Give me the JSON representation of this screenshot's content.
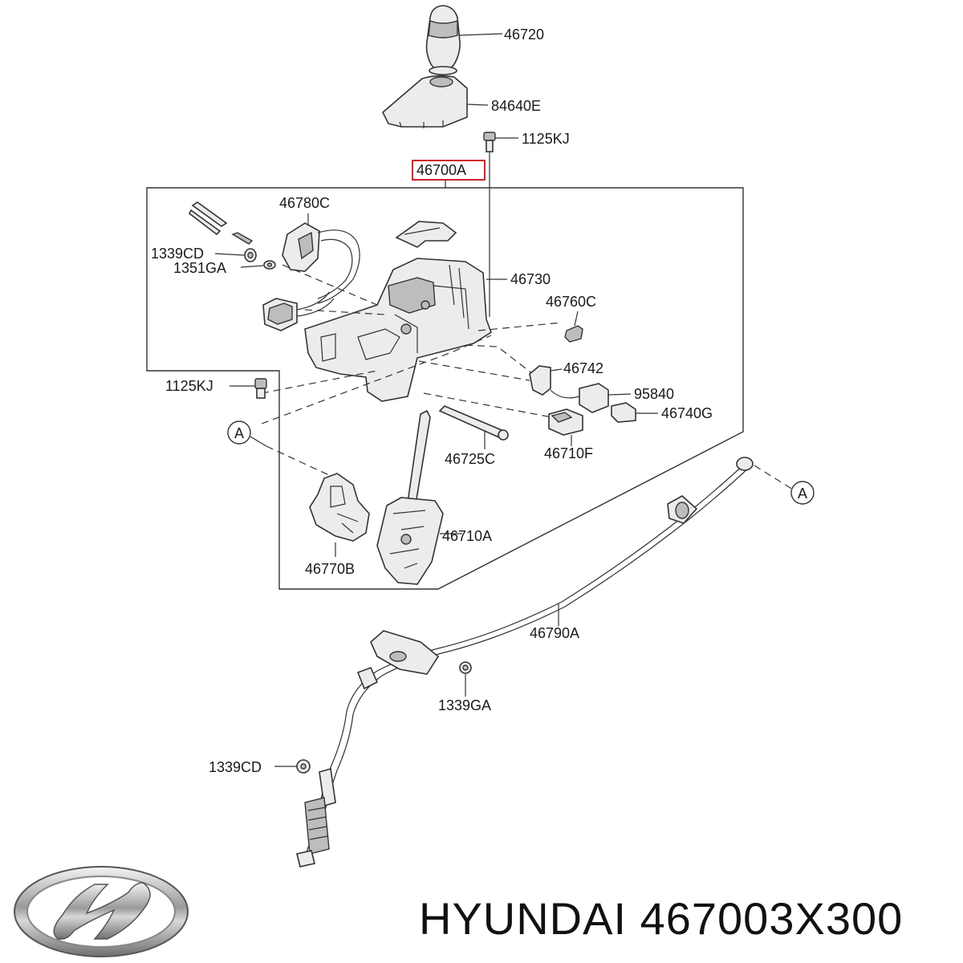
{
  "diagram": {
    "callouts": {
      "c46720": "46720",
      "c84640E": "84640E",
      "c1125KJ_top": "1125KJ",
      "c46700A": "46700A",
      "c46780C": "46780C",
      "c1339CD_top": "1339CD",
      "c1351GA": "1351GA",
      "c46730": "46730",
      "c46760C": "46760C",
      "c46742": "46742",
      "c95840": "95840",
      "c46740G": "46740G",
      "c1125KJ_mid": "1125KJ",
      "c46725C": "46725C",
      "c46710F": "46710F",
      "c46710A": "46710A",
      "c46770B": "46770B",
      "c46790A": "46790A",
      "c1339GA": "1339GA",
      "c1339CD_bot": "1339CD",
      "refA_left": "A",
      "refA_right": "A"
    },
    "highlight_color": "#d0202a"
  },
  "brand": {
    "name": "HYUNDAI",
    "part_number": "467003X300",
    "logo_icon": "hyundai-logo-icon"
  }
}
